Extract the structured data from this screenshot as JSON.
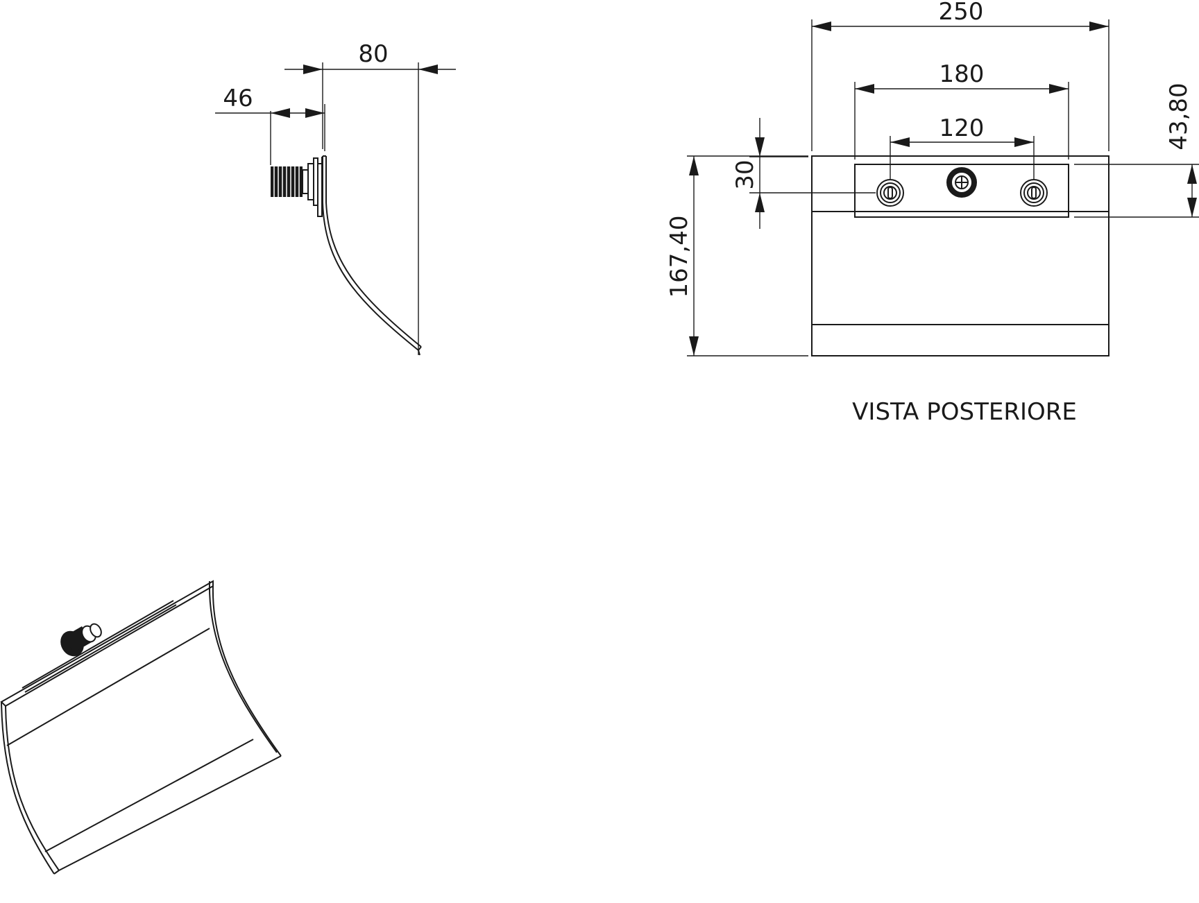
{
  "diagram": {
    "caption": "VISTA POSTERIORE",
    "side_view": {
      "dimensions": {
        "overall_depth": "80",
        "connector_depth": "46"
      }
    },
    "rear_view": {
      "dimensions": {
        "overall_width": "250",
        "plate_width": "180",
        "fixing_spacing": "120",
        "fixing_offset": "30",
        "plate_height": "43,80",
        "overall_height": "167,40"
      }
    }
  },
  "colors": {
    "line": "#1a1a1a",
    "background": "#ffffff"
  }
}
